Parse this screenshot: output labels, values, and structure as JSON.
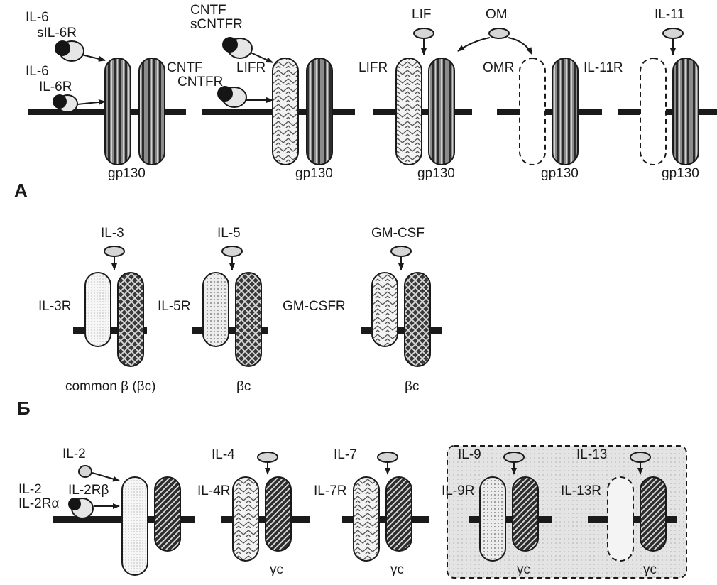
{
  "panels": {
    "a": {
      "letter": "А",
      "groups": {
        "il6": {
          "ligand_soluble": "IL-6",
          "receptor_soluble": "sIL-6R",
          "ligand_membrane": "IL-6",
          "receptor_membrane": "IL-6R",
          "common": "gp130"
        },
        "cntf": {
          "ligand_soluble": "CNTF",
          "receptor_soluble": "sCNTFR",
          "ligand_membrane": "CNTF",
          "receptor_membrane": "CNTFR",
          "partner": "LIFR",
          "common": "gp130"
        },
        "lif": {
          "ligand": "LIF",
          "receptor": "LIFR",
          "common": "gp130"
        },
        "om": {
          "ligand": "OM",
          "receptor": "OMR",
          "common": "gp130"
        },
        "il11": {
          "ligand": "IL-11",
          "receptor": "IL-11R",
          "common": "gp130"
        }
      }
    },
    "b": {
      "letter": "Б",
      "groups": {
        "il3": {
          "ligand": "IL-3",
          "receptor": "IL-3R",
          "common": "common β (βc)"
        },
        "il5": {
          "ligand": "IL-5",
          "receptor": "IL-5R",
          "common": "βc"
        },
        "gmcsf": {
          "ligand": "GM-CSF",
          "receptor": "GM-CSFR",
          "common": "βc"
        }
      }
    },
    "c": {
      "groups": {
        "il2": {
          "ligand_soluble": "IL-2",
          "receptor_beta": "IL-2Rβ",
          "ligand_membrane": "IL-2",
          "receptor_alpha": "IL-2Rα"
        },
        "il4": {
          "ligand": "IL-4",
          "receptor": "IL-4R",
          "common": "γc"
        },
        "il7": {
          "ligand": "IL-7",
          "receptor": "IL-7R",
          "common": "γc"
        },
        "il9": {
          "ligand": "IL-9",
          "receptor": "IL-9R",
          "common": "γc"
        },
        "il13": {
          "ligand": "IL-13",
          "receptor": "IL-13R",
          "common": "γc"
        }
      }
    }
  }
}
